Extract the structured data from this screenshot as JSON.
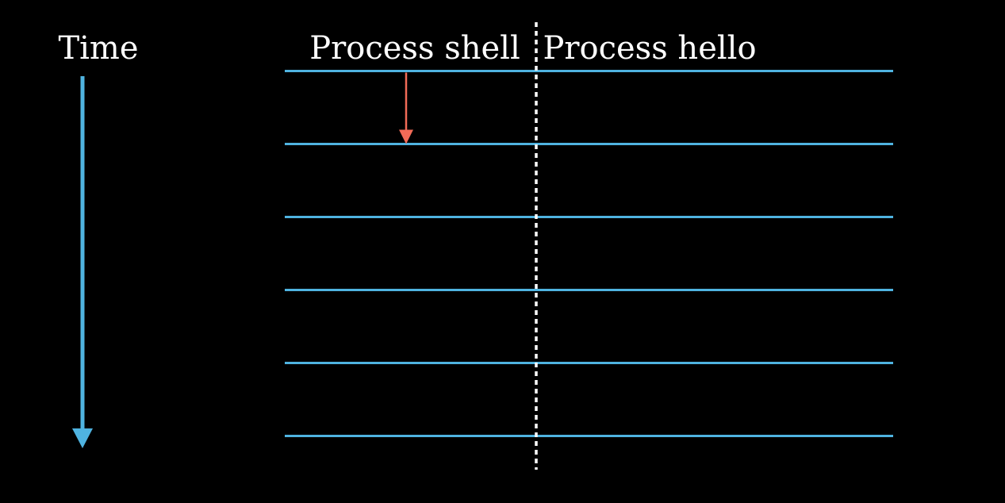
{
  "labels": {
    "time": "Time",
    "process_shell": "Process shell",
    "process_hello": "Process hello"
  },
  "colors": {
    "background": "#000000",
    "timeline": "#4fb3e0",
    "event_arrow": "#f26b57",
    "divider": "#ffffff",
    "text": "#ffffff"
  },
  "timeline": {
    "step_count": 6
  },
  "events": [
    {
      "process": "Process shell",
      "from_step": 0,
      "to_step": 1
    }
  ]
}
